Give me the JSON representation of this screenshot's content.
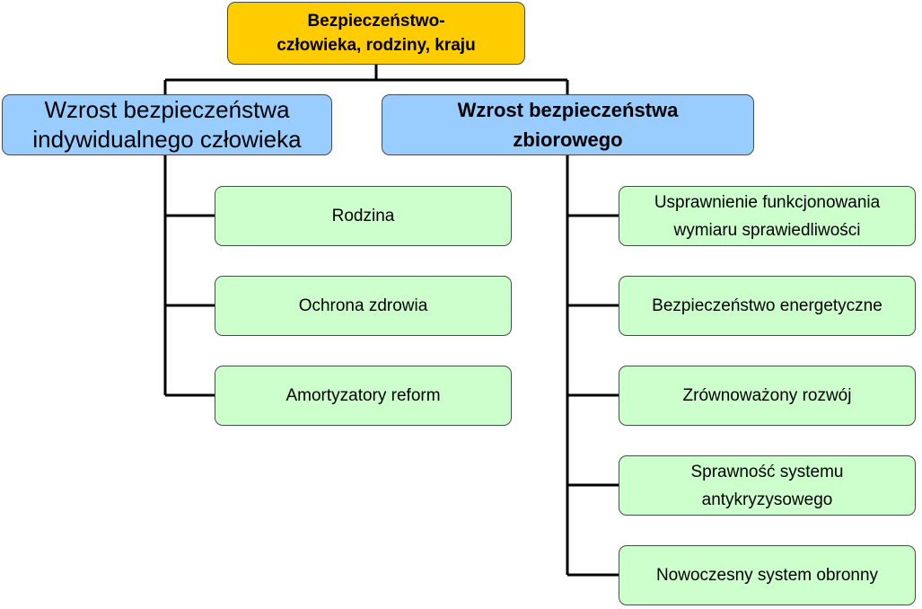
{
  "root": {
    "line1": "Bezpieczeństwo-",
    "line2": "człowieka, rodziny, kraju"
  },
  "left_branch": {
    "line1": "Wzrost bezpieczeństwa",
    "line2": "indywidualnego człowieka",
    "items": [
      {
        "line1": "Rodzina"
      },
      {
        "line1": "Ochrona zdrowia"
      },
      {
        "line1": "Amortyzatory reform"
      }
    ]
  },
  "right_branch": {
    "line1": "Wzrost bezpieczeństwa",
    "line2": "zbiorowego",
    "items": [
      {
        "line1": "Usprawnienie funkcjonowania",
        "line2": "wymiaru sprawiedliwości"
      },
      {
        "line1": "Bezpieczeństwo energetyczne"
      },
      {
        "line1": "Zrównoważony rozwój"
      },
      {
        "line1": "Sprawność systemu",
        "line2": "antykryzysowego"
      },
      {
        "line1": "Nowoczesny system obronny"
      }
    ]
  },
  "colors": {
    "root_fill": "#ffcc00",
    "branch_fill": "#99ccff",
    "leaf_fill": "#ccffcc",
    "connector": "#000000"
  }
}
